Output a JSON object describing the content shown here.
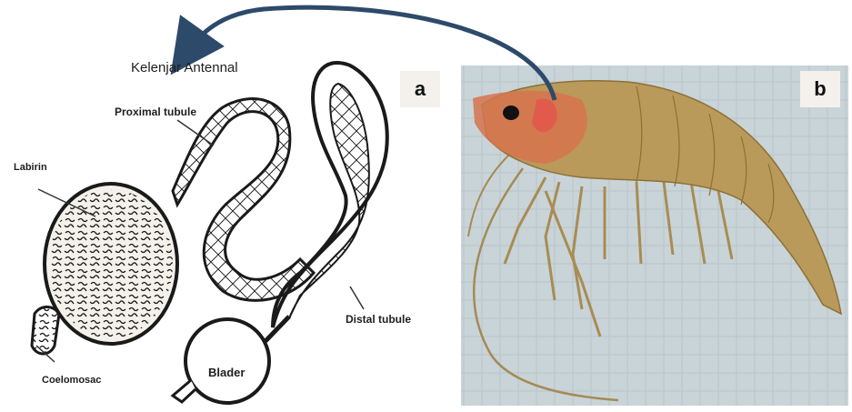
{
  "figure": {
    "panel_a": {
      "letter": "a",
      "labels": {
        "gland": "Kelenjar Antennal",
        "proximal": "Proximal tubule",
        "labyrinth": "Labirin",
        "coelomosac": "Coelomosac",
        "bladder": "Blader",
        "distal": "Distal tubule"
      }
    },
    "panel_b": {
      "letter": "b"
    }
  },
  "colors": {
    "arrow": "#2d4a6b",
    "ink": "#1a1a1a",
    "organ_fill": "#f4f1ea",
    "background_b": "#c9d4d8",
    "shrimp_body": "#b99a5a",
    "shrimp_head": "#d6734e",
    "gland_marker": "#e2564a"
  }
}
